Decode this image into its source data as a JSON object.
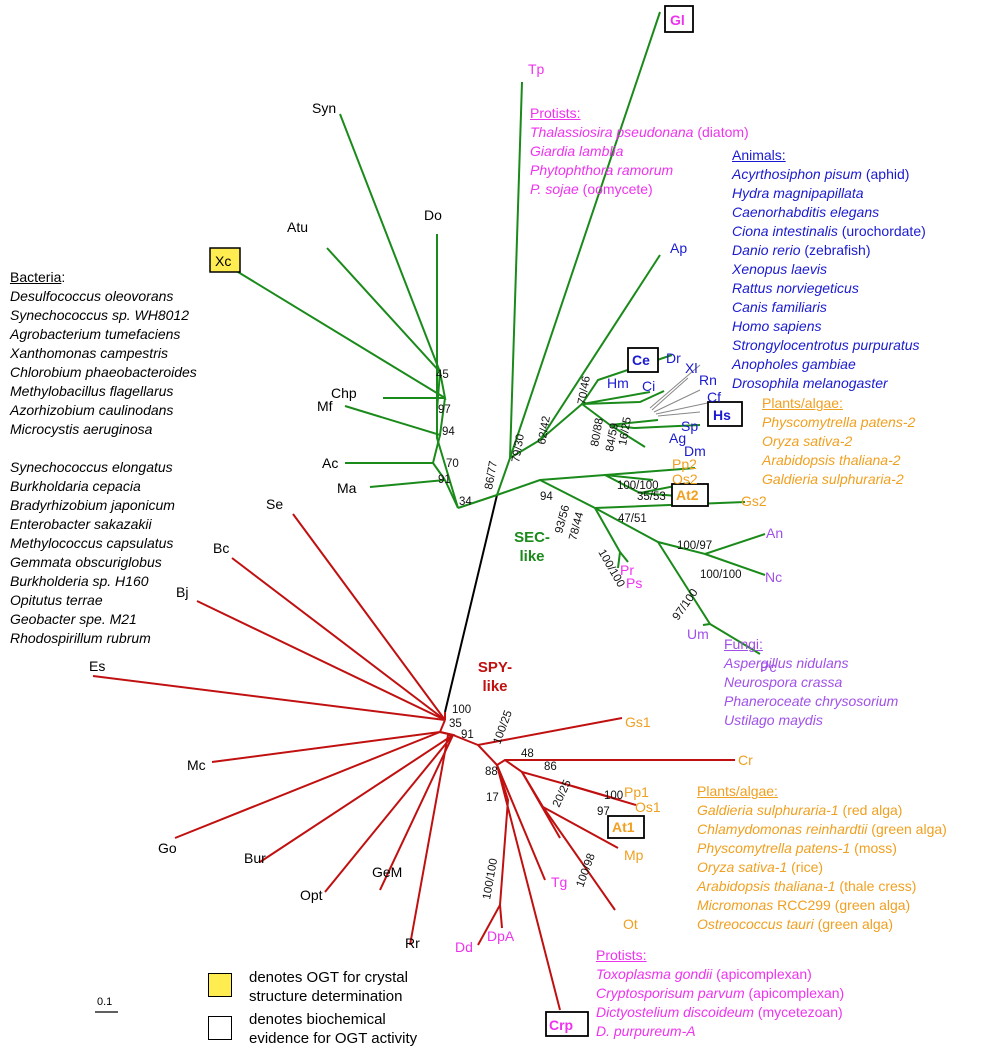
{
  "colors": {
    "sec_branch": "#1a8a1a",
    "spy_branch": "#c01010",
    "stem": "#000000",
    "bacteria": "#000000",
    "protist": "#ee33ee",
    "animal": "#1a1ad0",
    "plant": "#f0a020",
    "fungi": "#a050e8",
    "highlight_fill": "#ffec50"
  },
  "groups": {
    "sec": [
      "SEC-",
      "like"
    ],
    "spy": [
      "SPY-",
      "like"
    ]
  },
  "leaves": {
    "Gl": "Gl",
    "Tp": "Tp",
    "Syn": "Syn",
    "Do": "Do",
    "Atu": "Atu",
    "Xc": "Xc",
    "Chp": "Chp",
    "Mf": "Mf",
    "Ac": "Ac",
    "Ma": "Ma",
    "Ap": "Ap",
    "Ce": "Ce",
    "Hm": "Hm",
    "Ci": "Ci",
    "Dr": "Dr",
    "Xl": "Xl",
    "Rn": "Rn",
    "Cf": "Cf",
    "Hs": "Hs",
    "Sp": "Sp",
    "Ag": "Ag",
    "Dm": "Dm",
    "Pp2": "Pp2",
    "Os2": "Os2",
    "At2": "At2",
    "Gs2": "Gs2",
    "An": "An",
    "Nc": "Nc",
    "Pc": "Pc",
    "Um": "Um",
    "Pr": "Pr",
    "Ps": "Ps",
    "Se": "Se",
    "Bc": "Bc",
    "Bj": "Bj",
    "Es": "Es",
    "Mc": "Mc",
    "Go": "Go",
    "Bur": "Bur",
    "Opt": "Opt",
    "GeM": "GeM",
    "Rr": "Rr",
    "Gs1": "Gs1",
    "Cr": "Cr",
    "Pp1": "Pp1",
    "Os1": "Os1",
    "At1": "At1",
    "Mp": "Mp",
    "Ot": "Ot",
    "Tg": "Tg",
    "Dd": "Dd",
    "DpA": "DpA",
    "Crp": "Crp"
  },
  "support": {
    "s45": "45",
    "s97": "97",
    "s94": "94",
    "s70": "70",
    "s91a": "91",
    "s34": "34",
    "s86_77": "86/77",
    "s79_30": "79/30",
    "s62_42": "62/42",
    "s70_46": "70/46",
    "s80_88": "80/88",
    "s84_59": "84/59",
    "s16_25": "16/25",
    "s94b": "94",
    "s100_100a": "100/100",
    "s35_53": "35/53",
    "s93_56": "93/56",
    "s78_44": "78/44",
    "s47_51": "47/51",
    "s100_97": "100/97",
    "s100_100b": "100/100",
    "s97_100": "97/100",
    "s100_100c": "100/100",
    "s100": "100",
    "s35": "35",
    "s91b": "91",
    "s100_25": "100/25",
    "s48": "48",
    "s86": "86",
    "s100b": "100",
    "s97b": "97",
    "s20_25": "20/25",
    "s88": "88",
    "s17": "17",
    "s100_98": "100/98",
    "s100_100d": "100/100"
  },
  "legends": {
    "bacteria": {
      "header": "Bacteria",
      "header_suffix": ":",
      "items": [
        "Desulfococcus oleovorans",
        "Synechococcus sp. WH8012",
        "Agrobacterium tumefaciens",
        "Xanthomonas campestris",
        "Chlorobium phaeobacteroides",
        "Methylobacillus flagellarus",
        "Azorhizobium caulinodans",
        "Microcystis aeruginosa"
      ],
      "items2": [
        "Synechococcus elongatus",
        "Burkholdaria cepacia",
        "Bradyrhizobium japonicum",
        "Enterobacter sakazakii",
        "Methylococcus capsulatus",
        "Gemmata obscuriglobus",
        "Burkholderia sp. H160",
        "Opitutus terrae",
        "Geobacter spe. M21",
        "Rhodospirillum rubrum"
      ]
    },
    "protists_top": {
      "header": "Protists:",
      "items": [
        {
          "i": "Thalassiosira pseudonana",
          "n": " (diatom)"
        },
        {
          "i": "Giardia lamblia",
          "n": ""
        },
        {
          "i": "Phytophthora ramorum",
          "n": ""
        },
        {
          "i": "P. sojae",
          "n": " (oomycete)"
        }
      ]
    },
    "animals": {
      "header": "Animals:",
      "items": [
        {
          "i": "Acyrthosiphon pisum",
          "n": " (aphid)"
        },
        {
          "i": "Hydra magnipapillata",
          "n": ""
        },
        {
          "i": "Caenorhabditis elegans",
          "n": ""
        },
        {
          "i": "Ciona intestinalis",
          "n": " (urochordate)"
        },
        {
          "i": "Danio rerio",
          "n": " (zebrafish)"
        },
        {
          "i": "Xenopus laevis",
          "n": ""
        },
        {
          "i": "Rattus norviegeticus",
          "n": ""
        },
        {
          "i": "Canis familiaris",
          "n": ""
        },
        {
          "i": "Homo sapiens",
          "n": ""
        },
        {
          "i": "Strongylocentrotus purpuratus",
          "n": ""
        },
        {
          "i": "Anopholes gambiae",
          "n": ""
        },
        {
          "i": "Drosophila melanogaster",
          "n": ""
        }
      ]
    },
    "plants2": {
      "header": "Plants/algae:",
      "items": [
        {
          "i": "Physcomytrella patens-2",
          "n": ""
        },
        {
          "i": "Oryza sativa-2",
          "n": ""
        },
        {
          "i": "Arabidopsis thaliana-2",
          "n": ""
        },
        {
          "i": "Galdieria sulphuraria-2",
          "n": ""
        }
      ]
    },
    "fungi": {
      "header": "Fungi:",
      "items": [
        {
          "i": "Aspergillus nidulans",
          "n": ""
        },
        {
          "i": "Neurospora crassa",
          "n": ""
        },
        {
          "i": "Phaneroceate chrysosorium",
          "n": ""
        },
        {
          "i": "Ustilago maydis",
          "n": ""
        }
      ]
    },
    "plants1": {
      "header": "Plants/algae:",
      "items": [
        {
          "i": "Galdieria sulphuraria-1",
          "n": " (red alga)"
        },
        {
          "i": "Chlamydomonas reinhardtii",
          "n": " (green alga)"
        },
        {
          "i": "Physcomytrella patens-1",
          "n": " (moss)"
        },
        {
          "i": "Oryza sativa-1",
          "n": " (rice)"
        },
        {
          "i": "Arabidopsis thaliana-1",
          "n": " (thale cress)"
        },
        {
          "i": "Micromonas",
          "n": " RCC299 (green alga)"
        },
        {
          "i": "Ostreococcus tauri",
          "n": " (green alga)"
        }
      ]
    },
    "protists_bottom": {
      "header": "Protists:",
      "items": [
        {
          "i": "Toxoplasma gondii",
          "n": " (apicomplexan)"
        },
        {
          "i": "Cryptosporisum parvum",
          "n": " (apicomplexan)"
        },
        {
          "i": "Dictyostelium discoideum",
          "n": " (mycetezoan)"
        },
        {
          "i": "D. purpureum-A",
          "n": ""
        }
      ]
    }
  },
  "key": {
    "yellow_text": [
      "denotes OGT for crystal",
      "structure determination"
    ],
    "box_text": [
      "denotes biochemical",
      "evidence for OGT activity"
    ]
  },
  "scale_label": "0.1"
}
